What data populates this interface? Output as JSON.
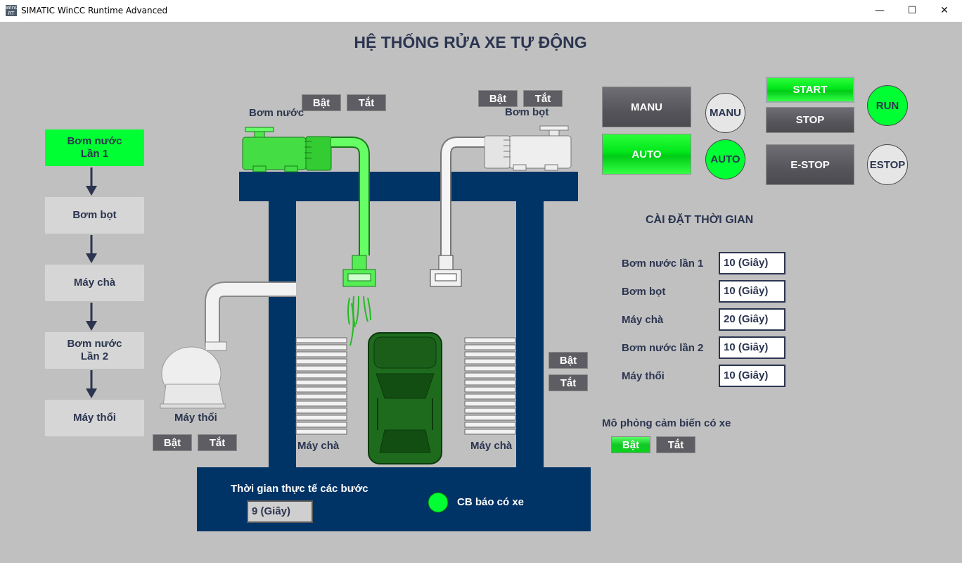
{
  "window": {
    "app_icon": "WinCC RT",
    "title": "SIMATIC WinCC Runtime Advanced",
    "buttons": {
      "minimize": "—",
      "maximize": "☐",
      "close": "✕"
    }
  },
  "header": {
    "title": "HỆ THỐNG RỬA XE TỰ ĐỘNG"
  },
  "steps": [
    {
      "label": "Bơm nước\nLần 1",
      "active": true
    },
    {
      "label": "Bơm bọt",
      "active": false
    },
    {
      "label": "Máy chà",
      "active": false
    },
    {
      "label": "Bơm nước\nLần 2",
      "active": false
    },
    {
      "label": "Máy thổi",
      "active": false
    }
  ],
  "equipment": {
    "water_pump": {
      "label": "Bơm nước",
      "on": "Bật",
      "off": "Tắt",
      "running": true
    },
    "foam_pump": {
      "label": "Bơm bọt",
      "on": "Bật",
      "off": "Tắt",
      "running": false
    },
    "blower": {
      "label": "Máy thổi",
      "on": "Bật",
      "off": "Tắt"
    },
    "brush_left": {
      "label": "Máy chà"
    },
    "brush_right": {
      "label": "Máy chà"
    },
    "brush_controls": {
      "on": "Bật",
      "off": "Tắt"
    }
  },
  "status": {
    "elapsed_label": "Thời gian thực tế các bước",
    "elapsed_value": "9 (Giây)",
    "car_sensor_label": "CB báo có xe",
    "car_sensor_on": true
  },
  "mode": {
    "manu_button": "MANU",
    "auto_button": "AUTO",
    "manu_lamp": "MANU",
    "auto_lamp": "AUTO",
    "auto_active": true
  },
  "control": {
    "start_button": "START",
    "stop_button": "STOP",
    "estop_button": "E-STOP",
    "run_lamp": "RUN",
    "estop_lamp": "ESTOP",
    "running": true
  },
  "timer_settings": {
    "title": "CÀI ĐẶT THỜI GIAN",
    "rows": [
      {
        "label": "Bơm nước lần 1",
        "value": "10 (Giây)"
      },
      {
        "label": "Bơm bọt",
        "value": "10 (Giây)"
      },
      {
        "label": "Máy chà",
        "value": "20 (Giây)"
      },
      {
        "label": "Bơm nước lần 2",
        "value": "10 (Giây)"
      },
      {
        "label": "Máy thổi",
        "value": "10 (Giây)"
      }
    ]
  },
  "sensor_sim": {
    "label": "Mô phỏng cảm biến có xe",
    "on": "Bật",
    "off": "Tắt",
    "active": true
  },
  "colors": {
    "frame": "#003366",
    "active_green": "#00ff33",
    "pump_green": "#33dd33",
    "text_navy": "#2b3550",
    "background": "#c0c0c0"
  }
}
